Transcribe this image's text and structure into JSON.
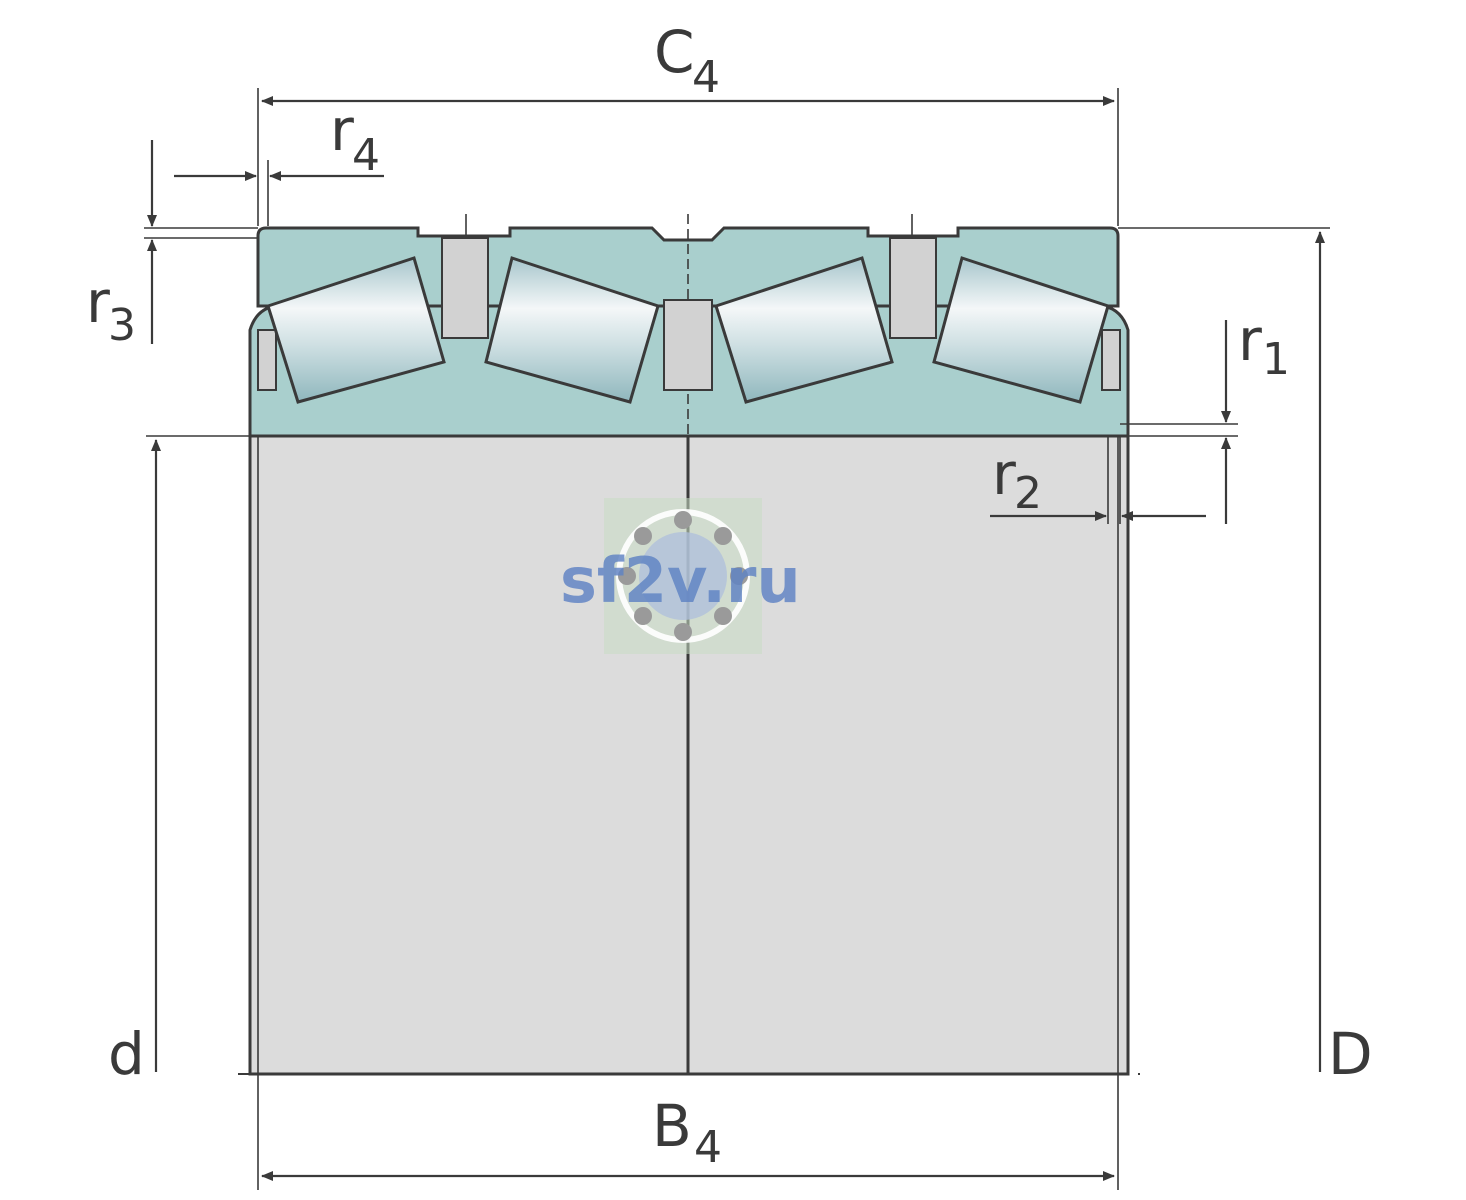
{
  "labels": {
    "C": "C",
    "C_sub": "4",
    "B": "B",
    "B_sub": "4",
    "d": "d",
    "D": "D",
    "r1": "r",
    "r1_sub": "1",
    "r2": "r",
    "r2_sub": "2",
    "r3": "r",
    "r3_sub": "3",
    "r4": "r",
    "r4_sub": "4"
  },
  "watermark": {
    "text": "sf2v.ru"
  },
  "colors": {
    "outer_ring": "#a9cfcd",
    "inner_ring": "#dcdcdc",
    "roller_light": "#f4f7f8",
    "roller_dark": "#8fb7bd",
    "line": "#3a3a3a",
    "cage": "#d2d2d2"
  }
}
